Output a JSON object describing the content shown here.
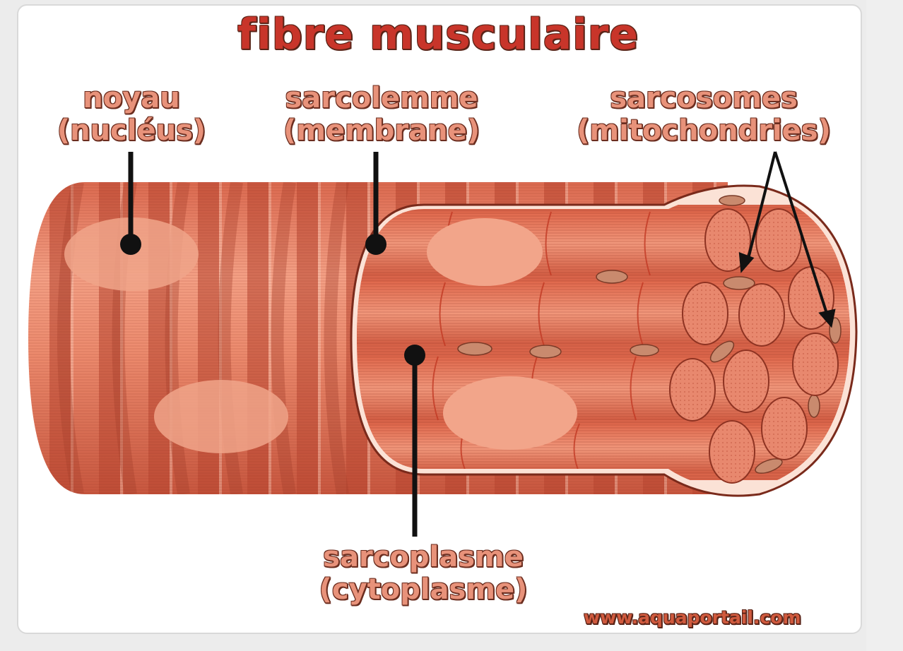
{
  "title": "fibre musculaire",
  "labels": {
    "noyau": {
      "line1": "noyau",
      "line2": "(nucléus)"
    },
    "sarcolemme": {
      "line1": "sarcolemme",
      "line2": "(membrane)"
    },
    "sarcosomes": {
      "line1": "sarcosomes",
      "line2": "(mitochondries)"
    },
    "sarcoplasme": {
      "line1": "sarcoplasme",
      "line2": "(cytoplasme)"
    }
  },
  "website": "www.aquaportail.com",
  "colors": {
    "title": "#c8352a",
    "label": "#e8927a",
    "fiber": "#e57a5e",
    "fiber_dark": "#b94a35",
    "cross_section": "#e8886e",
    "pointer": "#111111"
  }
}
